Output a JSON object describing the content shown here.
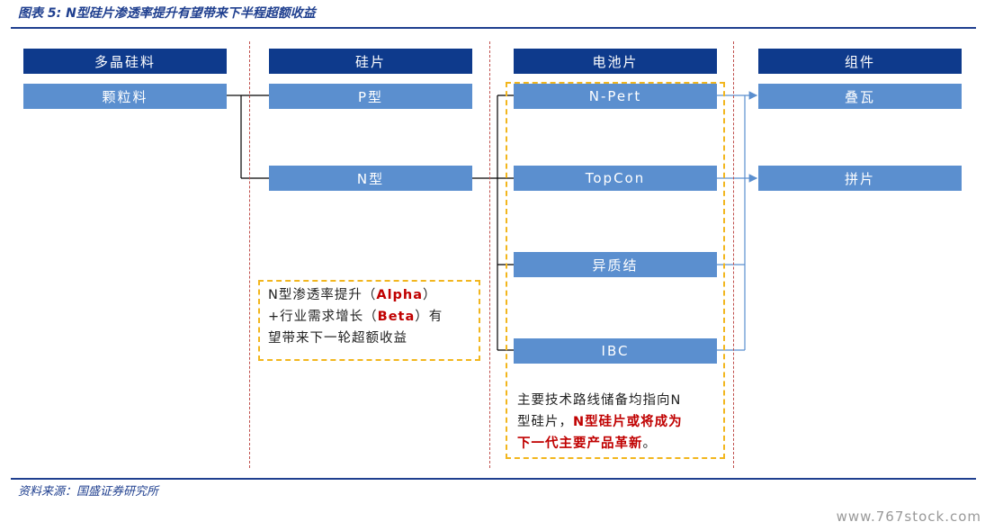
{
  "title": "图表 5: N型硅片渗透率提升有望带来下半程超额收益",
  "columns": {
    "polysilicon": {
      "header": "多晶硅料",
      "item": "颗粒料"
    },
    "wafer": {
      "header": "硅片",
      "items": [
        "P型",
        "N型"
      ]
    },
    "cell": {
      "header": "电池片",
      "items": [
        "N-Pert",
        "TopCon",
        "异质结",
        "IBC"
      ]
    },
    "module": {
      "header": "组件",
      "items": [
        "叠瓦",
        "拼片"
      ]
    }
  },
  "note_left": {
    "line1_a": "N型渗透率提升（",
    "line1_b": "Alpha",
    "line1_c": "）",
    "line2_a": "+行业需求增长（",
    "line2_b": "Beta",
    "line2_c": "）有",
    "line3": "望带来下一轮超额收益"
  },
  "note_right": {
    "line1": "主要技术路线储备均指向N",
    "line2_a": "型硅片，",
    "line2_b": "N型硅片或将成为",
    "line3_b": "下一代主要产品革新",
    "line3_c": "。"
  },
  "source": "资料来源：国盛证券研究所",
  "watermark": "www.767stock.com",
  "colors": {
    "header": "#0e3a8c",
    "box": "#5b8fcf",
    "divider": "#c0504d",
    "highlight": "#f2b61e",
    "emphasis": "#c00000"
  }
}
